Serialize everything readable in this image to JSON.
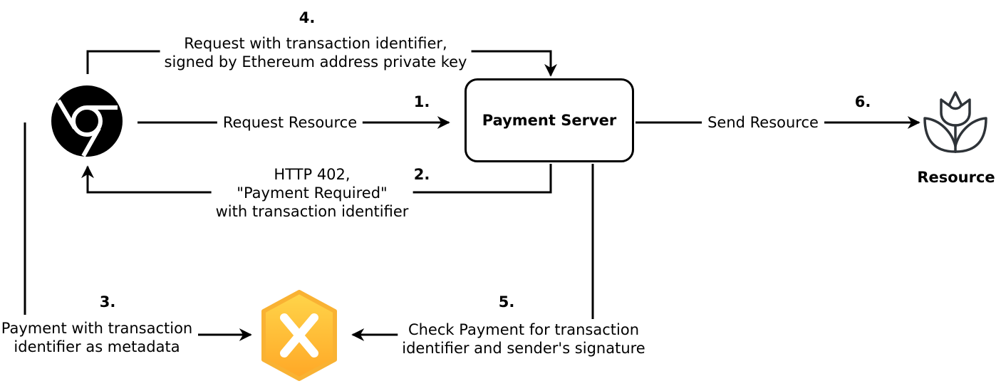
{
  "server": {
    "label": "Payment Server"
  },
  "resource": {
    "label": "Resource"
  },
  "steps": {
    "s1": {
      "number": "1.",
      "label": "Request Resource"
    },
    "s2": {
      "number": "2.",
      "line1": "HTTP 402,",
      "line2": "\"Payment Required\"",
      "line3": "with transaction identifier"
    },
    "s3": {
      "number": "3.",
      "line1": "Payment with transaction",
      "line2": "identifier as metadata"
    },
    "s4": {
      "number": "4.",
      "line1": "Request with transaction identifier,",
      "line2": "signed by Ethereum address private key"
    },
    "s5": {
      "number": "5.",
      "line1": "Check Payment for transaction",
      "line2": "identifier and sender's signature"
    },
    "s6": {
      "number": "6.",
      "label": "Send Resource"
    }
  },
  "icons": {
    "browser": "chrome-browser-icon",
    "ledger": "x-coin-ledger-icon",
    "resource": "tulip-flower-icon"
  },
  "colors": {
    "line": "#000000",
    "coin_top": "#FFD54A",
    "coin_bottom": "#FFA726",
    "flower": "#2E3338"
  }
}
